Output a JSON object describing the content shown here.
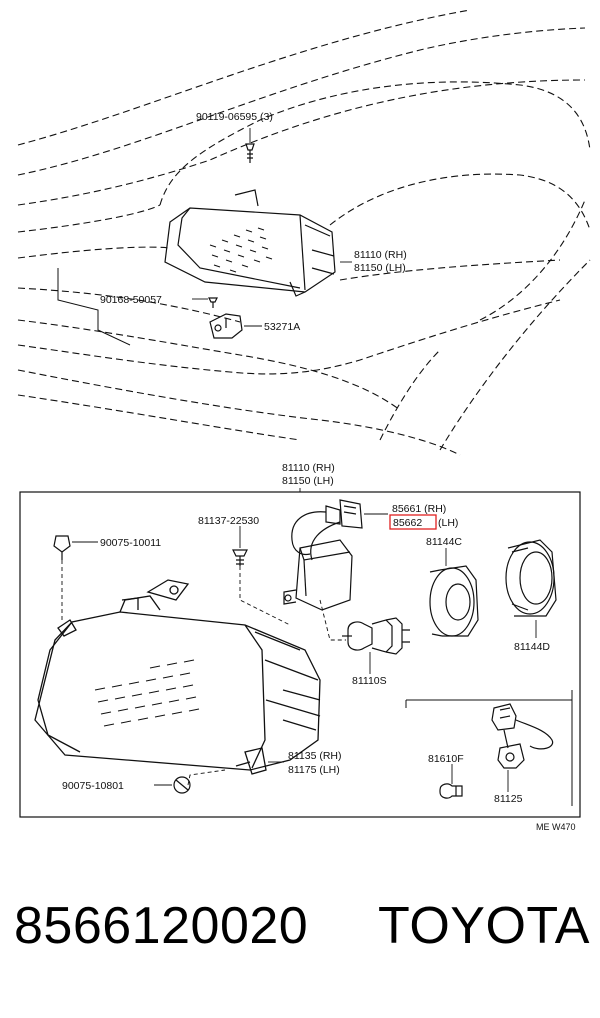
{
  "top_labels": {
    "screw_top": "90119-06595 (3)",
    "headlamp_rh": "81110 (RH)",
    "headlamp_lh": "81150 (LH)",
    "clip": "90168-50057",
    "bracket": "53271A"
  },
  "detail_labels": {
    "assy_rh": "81110 (RH)",
    "assy_lh": "81150 (LH)",
    "wire_rh": "85661 (RH)",
    "wire_lh_code": "85662",
    "wire_lh_suffix": "(LH)",
    "screw_left": "90075-10011",
    "screw_mid": "81137-22530",
    "socket_cover_c": "81144C",
    "socket_cover_d": "81144D",
    "bulb": "81110S",
    "housing_rh": "81135 (RH)",
    "housing_lh": "81175 (LH)",
    "screw_bottom": "90075-10801",
    "side_bulb": "81610F",
    "side_socket": "81125",
    "diagram_code": "ME W470"
  },
  "footer": {
    "part_number": "8566120020",
    "brand": "TOYOTA"
  },
  "colors": {
    "highlight": "#e02020",
    "line": "#111111"
  }
}
